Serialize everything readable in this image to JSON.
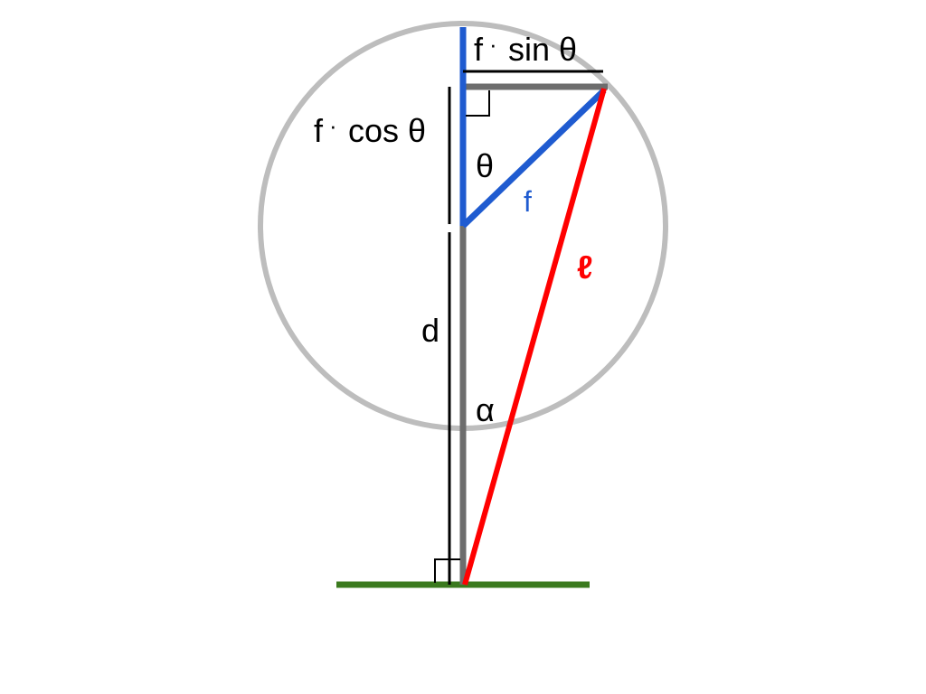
{
  "labels": {
    "sin_f": "f",
    "sin_dot": "·",
    "sin_rest": "sin θ",
    "cos_f": "f",
    "cos_dot": "·",
    "cos_rest": "cos θ",
    "theta": "θ",
    "f": "f",
    "ell": "ℓ",
    "d": "d",
    "alpha": "α"
  },
  "colors": {
    "circle": "#bdbdbd",
    "gray_line": "#6d6d6d",
    "blue": "#1f5bd0",
    "red": "#ff0000",
    "ground": "#3b7a1e",
    "black": "#000000"
  }
}
